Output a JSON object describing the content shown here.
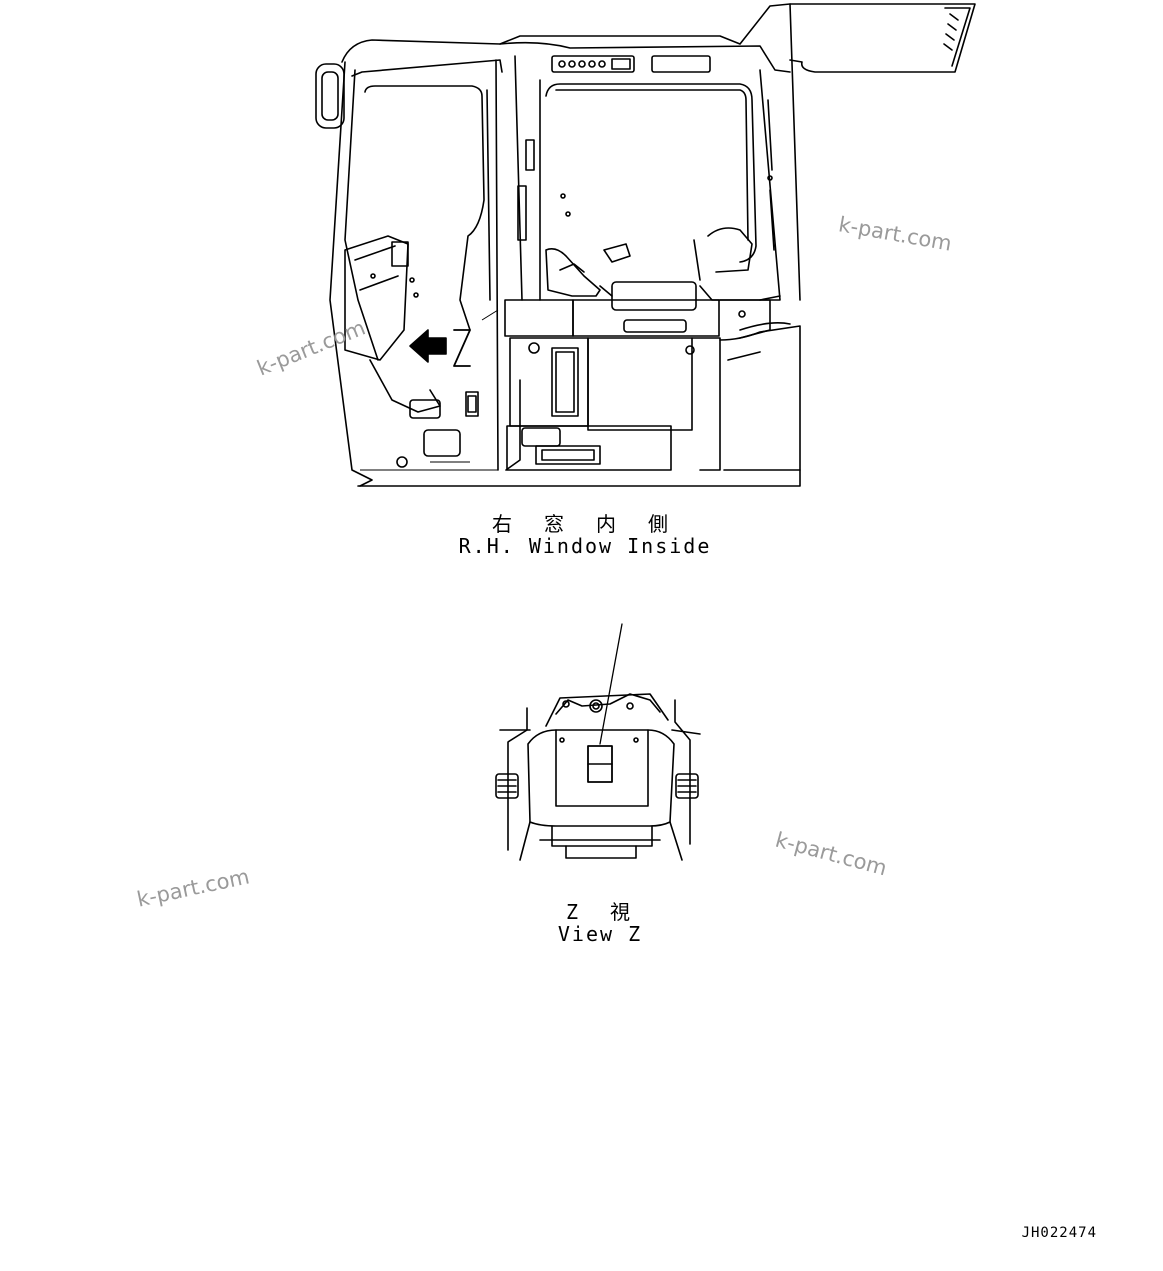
{
  "views": {
    "main": {
      "caption_jp": "右 窓 内 側",
      "caption_en": "R.H. Window Inside",
      "view_marker": "Z"
    },
    "detail": {
      "caption_jp": "Z 視",
      "caption_en": "View Z"
    }
  },
  "watermark_text": "k-part.com",
  "part_number": "JH022474",
  "colors": {
    "line": "#000000",
    "background": "#ffffff",
    "watermark": "#9a9a9a"
  }
}
